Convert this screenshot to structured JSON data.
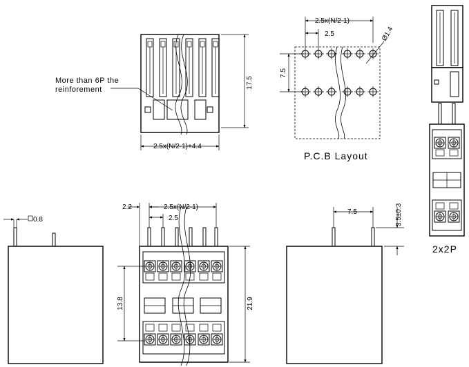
{
  "top_view": {
    "note_line1": "More than 6P the",
    "note_line2": "reinforement",
    "dim_width": "2.5x(N/2-1)+4.4",
    "dim_height": "17.5"
  },
  "pcb_layout": {
    "dim_span": "2.5x(N/2-1)",
    "dim_pitch": "2.5",
    "dim_hole": "Ø1.4",
    "dim_row": "7.5",
    "caption": "P.C.B Layout"
  },
  "side_view": {
    "dim_pin": "0.8"
  },
  "front_view": {
    "dim_offset": "2.2",
    "dim_span": "2.5x(N/2-1)",
    "dim_pitch": "2.5",
    "dim_inner": "13.8",
    "dim_height": "21.9"
  },
  "right_view": {
    "dim_row": "7.5",
    "dim_pin_len": "3.5±0.3"
  },
  "variant": {
    "caption": "2x2P"
  }
}
